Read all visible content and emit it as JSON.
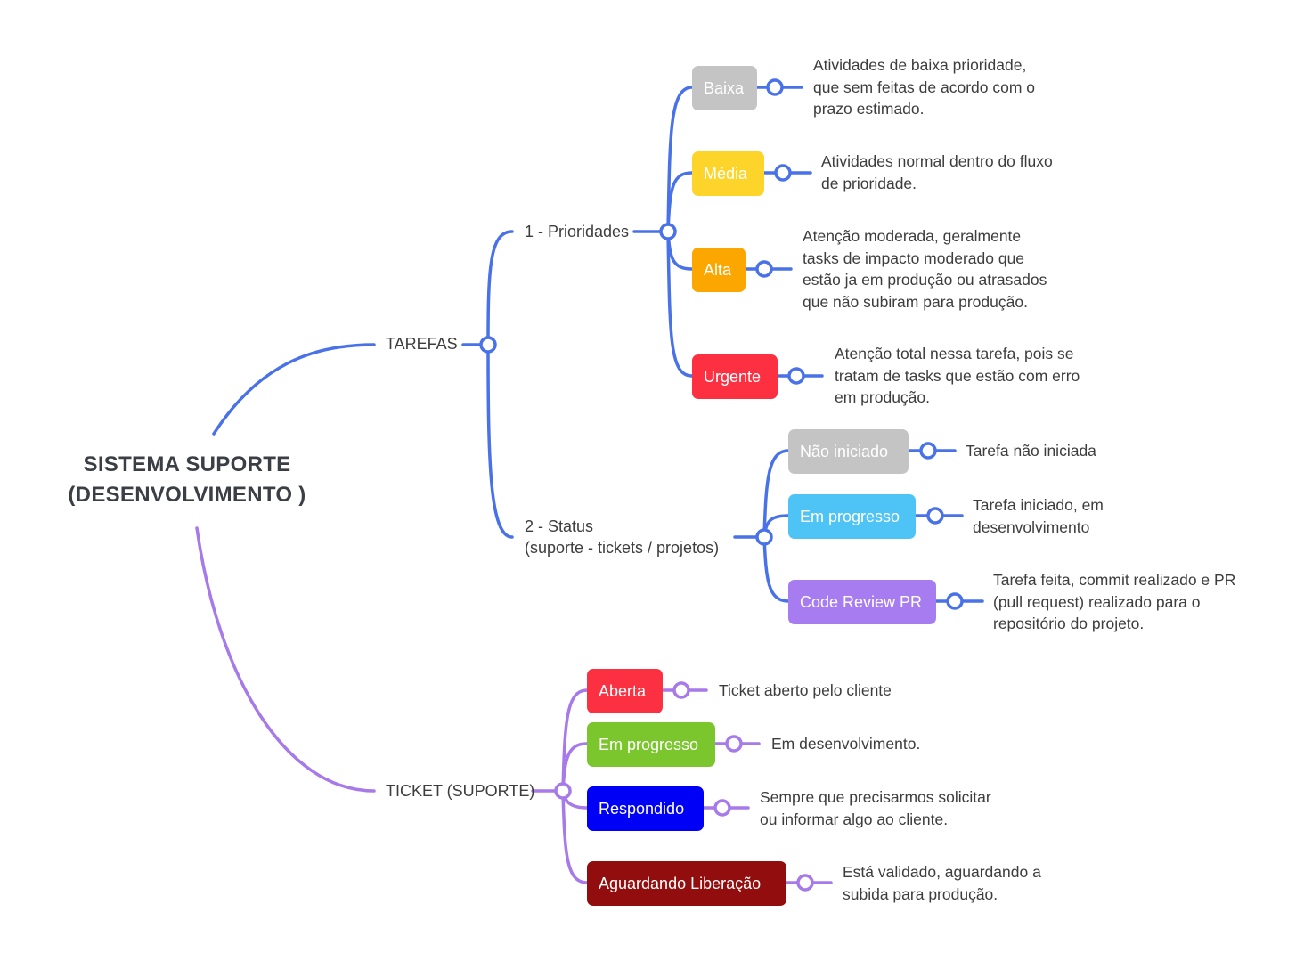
{
  "root": {
    "line1": "SISTEMA SUPORTE",
    "line2": "(DESENVOLVIMENTO )"
  },
  "colors": {
    "blue_branch": "#4a72e8",
    "purple_branch": "#a67ae8"
  },
  "tarefas": {
    "label": "TAREFAS",
    "prioridades": {
      "label": "1 - Prioridades",
      "items": [
        {
          "label": "Baixa",
          "color": "#c4c4c4",
          "desc": "Atividades de baixa prioridade,\nque sem feitas de acordo com o\nprazo estimado."
        },
        {
          "label": "Média",
          "color": "#fdd42a",
          "desc": "Atividades normal dentro do fluxo\nde prioridade."
        },
        {
          "label": "Alta",
          "color": "#fca600",
          "desc": "Atenção moderada, geralmente\ntasks de impacto moderado que\nestão ja em produção ou atrasados\nque não subiram para produção."
        },
        {
          "label": "Urgente",
          "color": "#fc3041",
          "desc": "Atenção total nessa tarefa, pois se\ntratam de tasks que estão com erro\nem produção."
        }
      ]
    },
    "status": {
      "line1": "2 - Status",
      "line2": "(suporte - tickets / projetos)",
      "items": [
        {
          "label": "Não iniciado",
          "color": "#c4c4c4",
          "desc": "Tarefa não iniciada"
        },
        {
          "label": "Em progresso",
          "color": "#4ec3f6",
          "desc": "Tarefa iniciado, em\ndesenvolvimento"
        },
        {
          "label": "Code Review PR",
          "color": "#a77cf1",
          "desc": "Tarefa feita, commit realizado e PR\n(pull request) realizado para o\nrepositório do projeto."
        }
      ]
    }
  },
  "ticket": {
    "label": "TICKET (SUPORTE)",
    "items": [
      {
        "label": "Aberta",
        "color": "#fb3142",
        "desc": "Ticket aberto pelo cliente"
      },
      {
        "label": "Em progresso",
        "color": "#7ac62c",
        "desc": "Em desenvolvimento."
      },
      {
        "label": "Respondido",
        "color": "#0000f6",
        "desc": "Sempre que precisarmos solicitar\nou informar algo ao cliente."
      },
      {
        "label": "Aguardando Liberação",
        "color": "#920e0e",
        "desc": "Está validado, aguardando a\nsubida para produção."
      }
    ]
  }
}
